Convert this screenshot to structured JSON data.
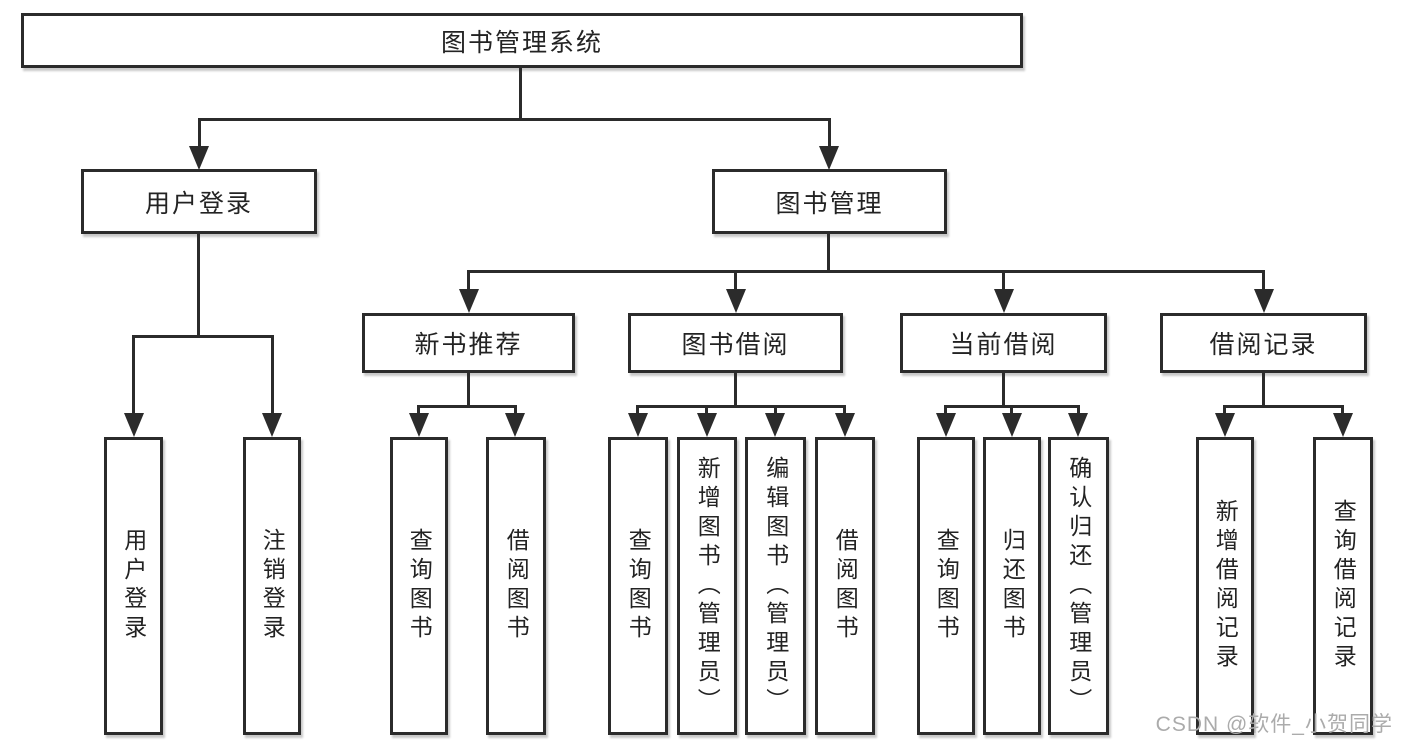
{
  "diagram": {
    "root": {
      "label": "图书管理系统"
    },
    "branches": [
      {
        "label": "用户登录",
        "children": [
          {
            "label": "用户登录"
          },
          {
            "label": "注销登录"
          }
        ]
      },
      {
        "label": "图书管理",
        "children": [
          {
            "label": "新书推荐",
            "children": [
              {
                "label": "查询图书"
              },
              {
                "label": "借阅图书"
              }
            ]
          },
          {
            "label": "图书借阅",
            "children": [
              {
                "label": "查询图书"
              },
              {
                "label": "新增图书（管理员）"
              },
              {
                "label": "编辑图书（管理员）"
              },
              {
                "label": "借阅图书"
              }
            ]
          },
          {
            "label": "当前借阅",
            "children": [
              {
                "label": "查询图书"
              },
              {
                "label": "归还图书"
              },
              {
                "label": "确认归还（管理员）"
              }
            ]
          },
          {
            "label": "借阅记录",
            "children": [
              {
                "label": "新增借阅记录"
              },
              {
                "label": "查询借阅记录"
              }
            ]
          }
        ]
      }
    ]
  },
  "watermark": {
    "text": "CSDN @软件_小贺同学",
    "color": "#ababab"
  },
  "colors": {
    "line": "#2b2b2b",
    "box_border": "#2b2b2b",
    "text": "#232323",
    "background": "#ffffff"
  }
}
